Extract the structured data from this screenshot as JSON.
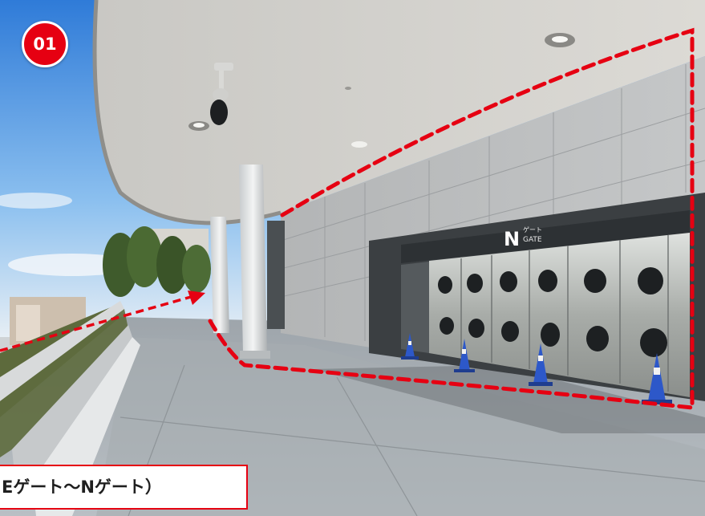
{
  "badge": {
    "number": "01",
    "color": "#e60012"
  },
  "gate_sign": {
    "letter": "N",
    "kana": "ゲート",
    "english": "GATE"
  },
  "caption": {
    "text": "Eゲート～Nゲート）",
    "border_color": "#e60012"
  },
  "highlight": {
    "color": "#e60012",
    "style": "dashed"
  }
}
